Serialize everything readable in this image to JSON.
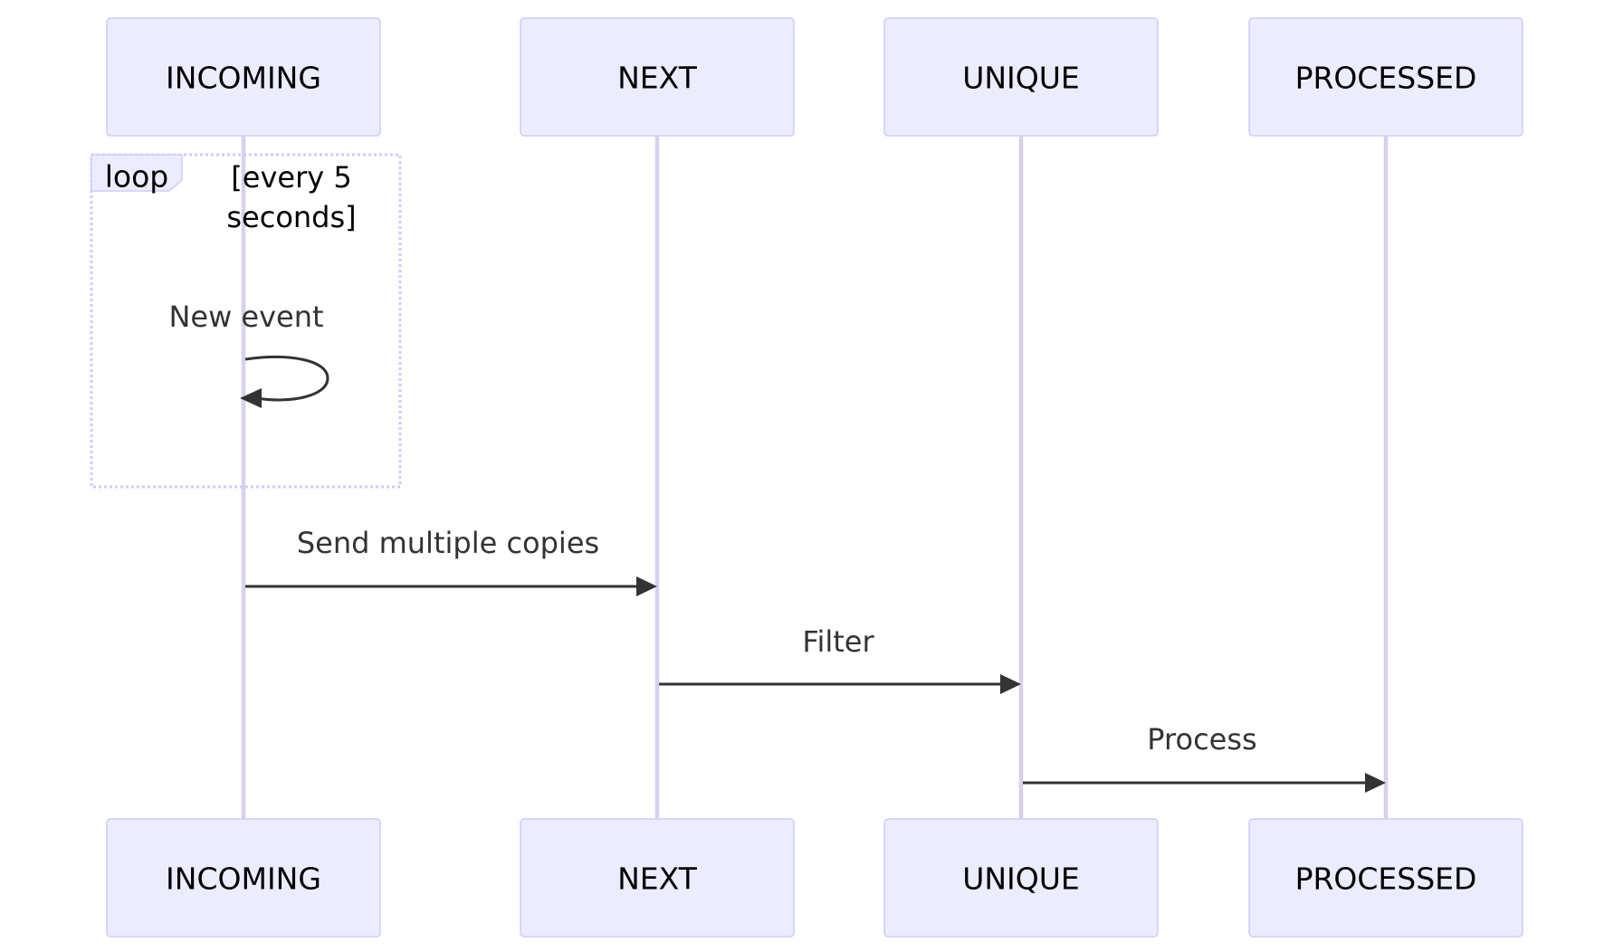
{
  "diagram": {
    "participants": [
      {
        "id": "incoming",
        "label": "INCOMING"
      },
      {
        "id": "next",
        "label": "NEXT"
      },
      {
        "id": "unique",
        "label": "UNIQUE"
      },
      {
        "id": "processed",
        "label": "PROCESSED"
      }
    ],
    "loop": {
      "keyword": "loop",
      "condition_line1": "[every 5",
      "condition_line2": "seconds]"
    },
    "messages": [
      {
        "from": "incoming",
        "to": "incoming",
        "label": "New event"
      },
      {
        "from": "incoming",
        "to": "next",
        "label": "Send multiple copies"
      },
      {
        "from": "next",
        "to": "unique",
        "label": "Filter"
      },
      {
        "from": "unique",
        "to": "processed",
        "label": "Process"
      }
    ],
    "colors": {
      "actor_fill": "#ECECFF",
      "actor_stroke": "#CCCCFF",
      "lifeline": "#D9D0EE",
      "message": "#333333"
    }
  }
}
